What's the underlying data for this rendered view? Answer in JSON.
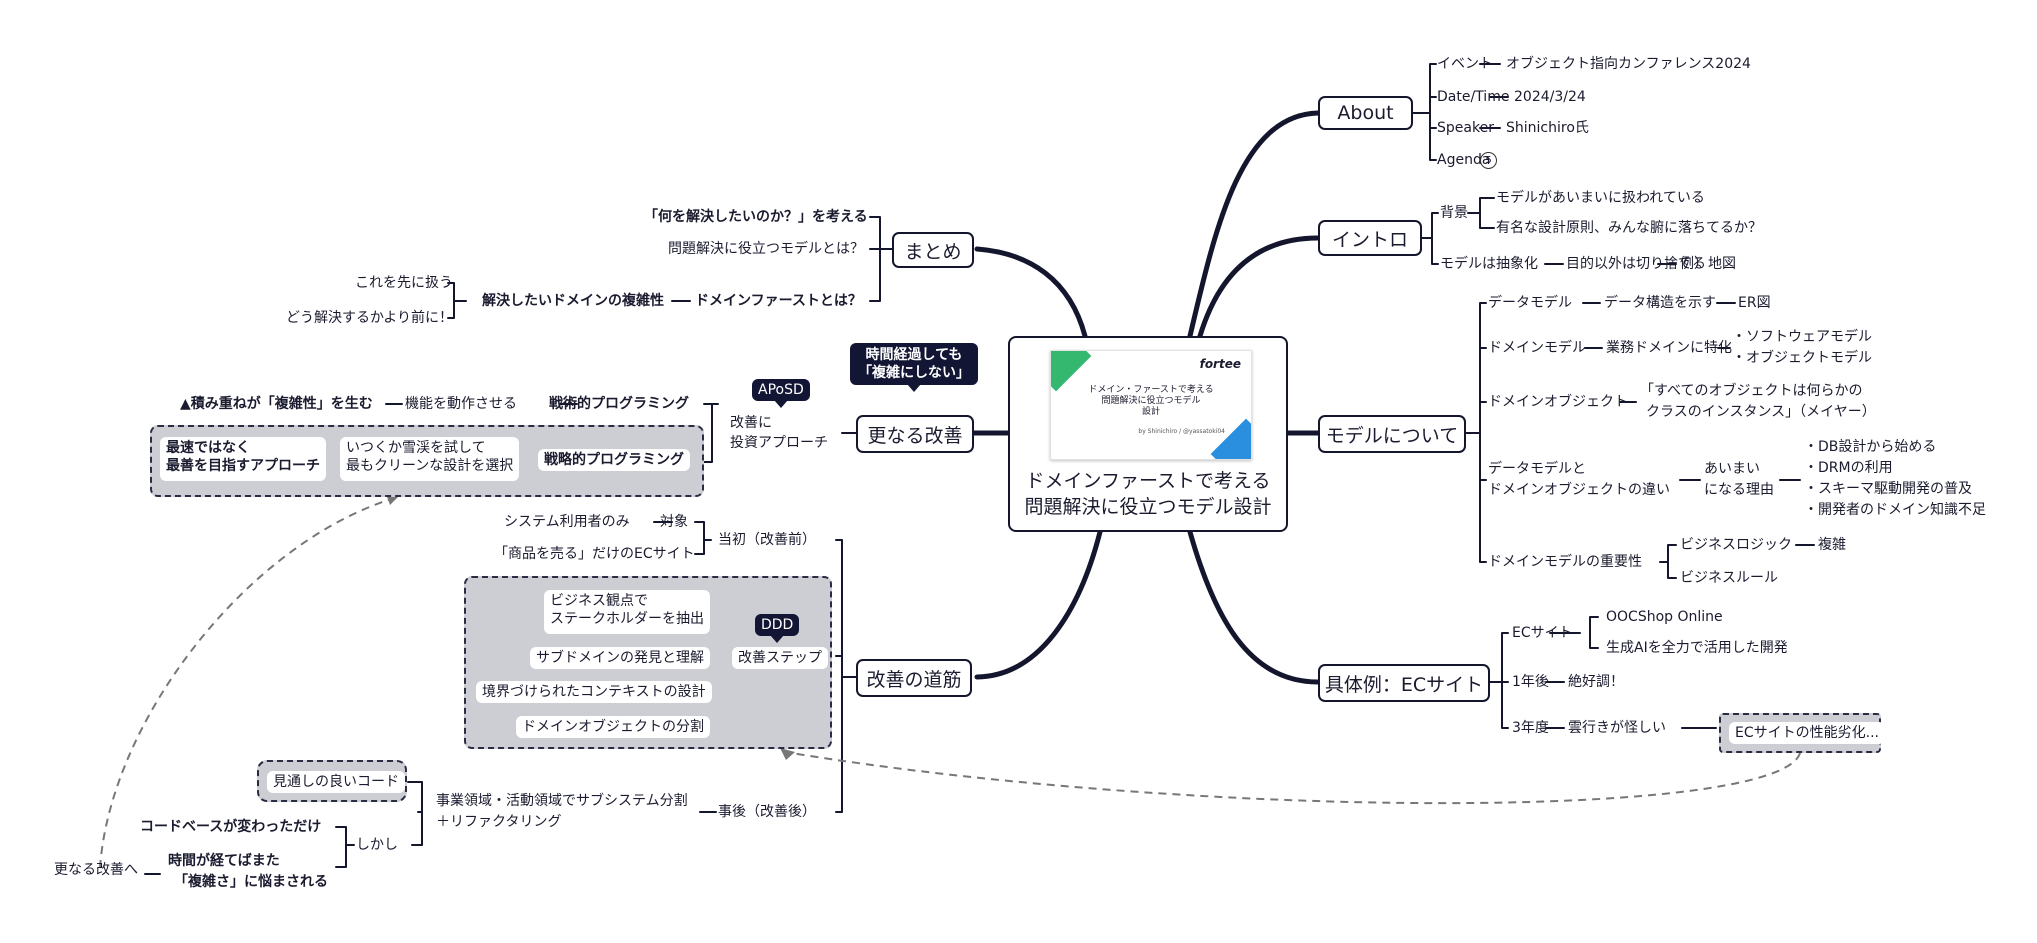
{
  "root": {
    "line1": "ドメインファーストで考える",
    "line2": "問題解決に役立つモデル設計",
    "thumb_brand": "fortee",
    "thumb_title_1": "ドメイン・ファーストで考える",
    "thumb_title_2": "問題解決に役立つモデル",
    "thumb_title_3": "設計",
    "thumb_author": "by Shinichiro / @yassatoki04"
  },
  "about": {
    "label": "About",
    "event_key": "イベント",
    "event_val": "オブジェクト指向カンファレンス2024",
    "date_key": "Date/Time",
    "date_val": "2024/3/24",
    "speaker_key": "Speaker",
    "speaker_val": "Shinichiro氏",
    "agenda_key": "Agenda",
    "agenda_count": "5"
  },
  "intro": {
    "label": "イントロ",
    "background": "背景",
    "bg1": "モデルがあいまいに扱われている",
    "bg2": "有名な設計原則、みんな腑に落ちてるか？",
    "abstract": "モデルは抽象化",
    "abstract_2": "目的以外は切り捨てる",
    "abstract_3": "例）地図"
  },
  "model": {
    "label": "モデルについて",
    "data_model": "データモデル",
    "data_model_2": "データ構造を示す",
    "data_model_3": "ER図",
    "domain_model": "ドメインモデル",
    "domain_model_2": "業務ドメインに特化",
    "domain_model_3a": "・ソフトウェアモデル",
    "domain_model_3b": "・オブジェクトモデル",
    "domain_object": "ドメインオブジェクト",
    "domain_object_2a": "「すべてのオブジェクトは何らかの",
    "domain_object_2b": "クラスのインスタンス」（メイヤー）",
    "diff_1": "データモデルと",
    "diff_2": "ドメインオブジェクトの違い",
    "reason_1": "あいまい",
    "reason_2": "になる理由",
    "r1": "・DB設計から始める",
    "r2": "・DRMの利用",
    "r3": "・スキーマ駆動開発の普及",
    "r4": "・開発者のドメイン知識不足",
    "importance": "ドメインモデルの重要性",
    "biz_logic": "ビジネスロジック",
    "complex": "複雑",
    "biz_rule": "ビジネスルール"
  },
  "example": {
    "label": "具体例：ECサイト",
    "ec_site": "ECサイト",
    "ec1": "OOCShop Online",
    "ec2": "生成AIを全力で活用した開発",
    "year1": "1年後",
    "year1_val": "絶好調！",
    "year3": "3年度",
    "year3_val": "雲行きが怪しい",
    "year3_note": "ECサイトの性能劣化..."
  },
  "summary": {
    "label": "まとめ",
    "s1": "「何を解決したいのか？」を考える",
    "s2": "問題解決に役立つモデルとは？",
    "s3": "ドメインファーストとは？",
    "s3_1": "解決したいドメインの複雑性",
    "s3_2": "これを先に扱う",
    "s3_3": "どう解決するかより前に！"
  },
  "further": {
    "label": "更なる改善",
    "callout_1": "時間経過しても",
    "callout_2": "「複雑にしない」",
    "approach_1": "改善に",
    "approach_2": "投資アプローチ",
    "approach_badge": "APoSD",
    "tactical": "戦術的プログラミング",
    "tactical_2": "機能を動作させる",
    "tactical_3": "▲積み重ねが「複雑性」を生む",
    "strategic": "戦略的プログラミング",
    "strategic_2a": "いつくか雪渓を試して",
    "strategic_2b": "最もクリーンな設計を選択",
    "strategic_3a": "最速ではなく",
    "strategic_3b": "最善を目指すアプローチ"
  },
  "path": {
    "label": "改善の道筋",
    "before": "当初（改善前）",
    "before_1": "対象",
    "before_1a": "システム利用者のみ",
    "before_2": "「商品を売る」だけのECサイト",
    "steps": "改善ステップ",
    "steps_badge": "DDD",
    "step1a": "ビジネス観点で",
    "step1b": "ステークホルダーを抽出",
    "step2": "サブドメインの発見と理解",
    "step3": "境界づけられたコンテキストの設計",
    "step4": "ドメインオブジェクトの分割",
    "after": "事後（改善後）",
    "after_1a": "事業領域・活動領域でサブシステム分割",
    "after_1b": "＋リファクタリング",
    "good_code": "見通しの良いコード",
    "however": "しかし",
    "codebase": "コードベースが変わっただけ",
    "again_a": "時間が経てばまた",
    "again_b": "「複雑さ」に悩まされる",
    "next": "更なる改善へ"
  }
}
